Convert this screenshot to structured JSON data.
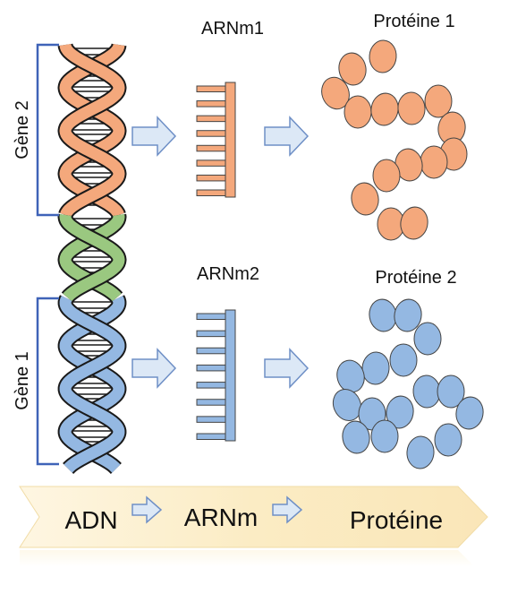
{
  "labels": {
    "arnm1": "ARNm1",
    "arnm2": "ARNm2",
    "proteine1": "Protéine 1",
    "proteine2": "Protéine 2",
    "gene2": "Gène 2",
    "gene1": "Gène 1"
  },
  "banner": {
    "adn": "ADN",
    "arnm": "ARNm",
    "proteine": "Protéine"
  },
  "colors": {
    "gene2_fill": "#f4a87c",
    "gene1_fill": "#94b8e2",
    "intergenic_fill": "#9ac880",
    "outline": "#1a1a1a",
    "bracket": "#3f63b8",
    "arrow_fill": "#dce8f6",
    "arrow_stroke": "#6e8fc6",
    "banner_fill": "#fbecc4",
    "mrna1_fill": "#f4a87c",
    "mrna2_fill": "#94b8e2",
    "protein1_fill": "#f4a87c",
    "protein2_fill": "#94b8e2"
  }
}
